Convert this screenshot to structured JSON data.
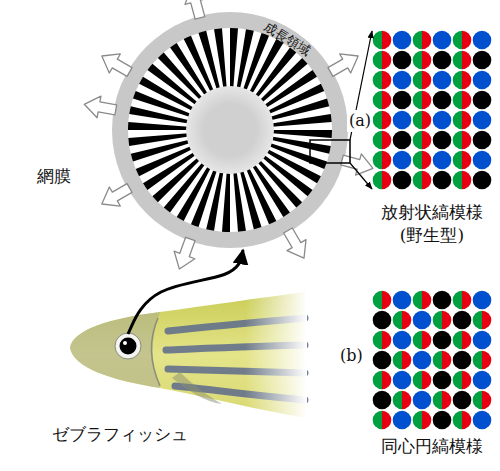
{
  "diagram": {
    "nodes": [
      {
        "text": [
          "成長領域",
          "網膜"
        ]
      },
      {
        "text": [
          "(a)",
          "放射状縞模様 (野生型)"
        ]
      },
      {
        "text": [
          "(b)",
          "同心円縞模様"
        ]
      },
      {
        "text": [
          "ゼブラフィッシュ"
        ]
      }
    ],
    "edges": [
      {
        "from": 3,
        "to": 0,
        "arrow": "to"
      },
      {
        "from": 0,
        "to": 1,
        "arrow": "to"
      },
      {
        "from": 0,
        "to": 1,
        "arrow": "to"
      }
    ]
  }
}
